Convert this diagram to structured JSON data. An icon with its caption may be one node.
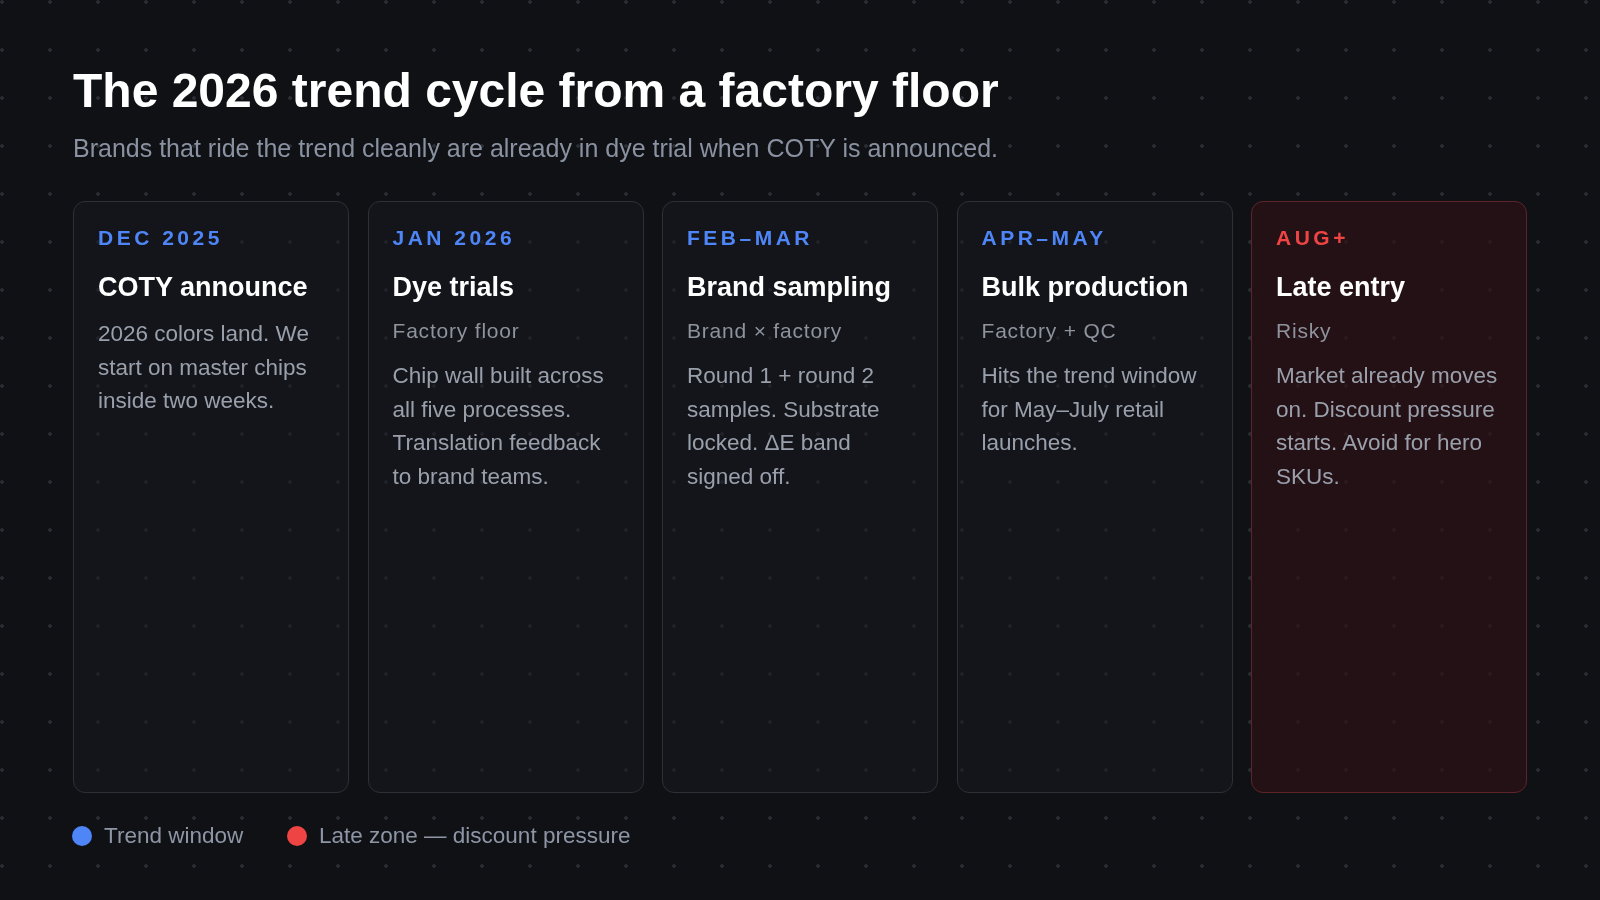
{
  "diagram": {
    "title": "The 2026 trend cycle from a factory floor",
    "nodes": [
      {
        "text": [
          "DEC 2025",
          "COTY announce",
          "2026 colors land. We start on master chips inside two weeks."
        ]
      },
      {
        "text": [
          "JAN 2026",
          "Dye trials",
          "Factory floor",
          "Chip wall built across all five processes. Translation feedback to brand teams."
        ]
      },
      {
        "text": [
          "FEB–MAR",
          "Brand sampling",
          "Brand × factory",
          "Round 1 + round 2 samples. Substrate locked. ΔE band signed off."
        ]
      },
      {
        "text": [
          "APR–MAY",
          "Bulk production",
          "Factory + QC",
          "Hits the trend window for May–July retail launches."
        ]
      },
      {
        "text": [
          "AUG+",
          "Late entry",
          "Risky",
          "Market already moves on. Discount pressure starts. Avoid for hero SKUs."
        ]
      }
    ],
    "labels": [
      "Brands that ride the trend cleanly are already in dye trial when COTY is announced."
    ],
    "legend": [
      {
        "text": "Trend window",
        "color": "#4f86f7"
      },
      {
        "text": "Late zone — discount pressure",
        "color": "#ef4444"
      }
    ]
  }
}
